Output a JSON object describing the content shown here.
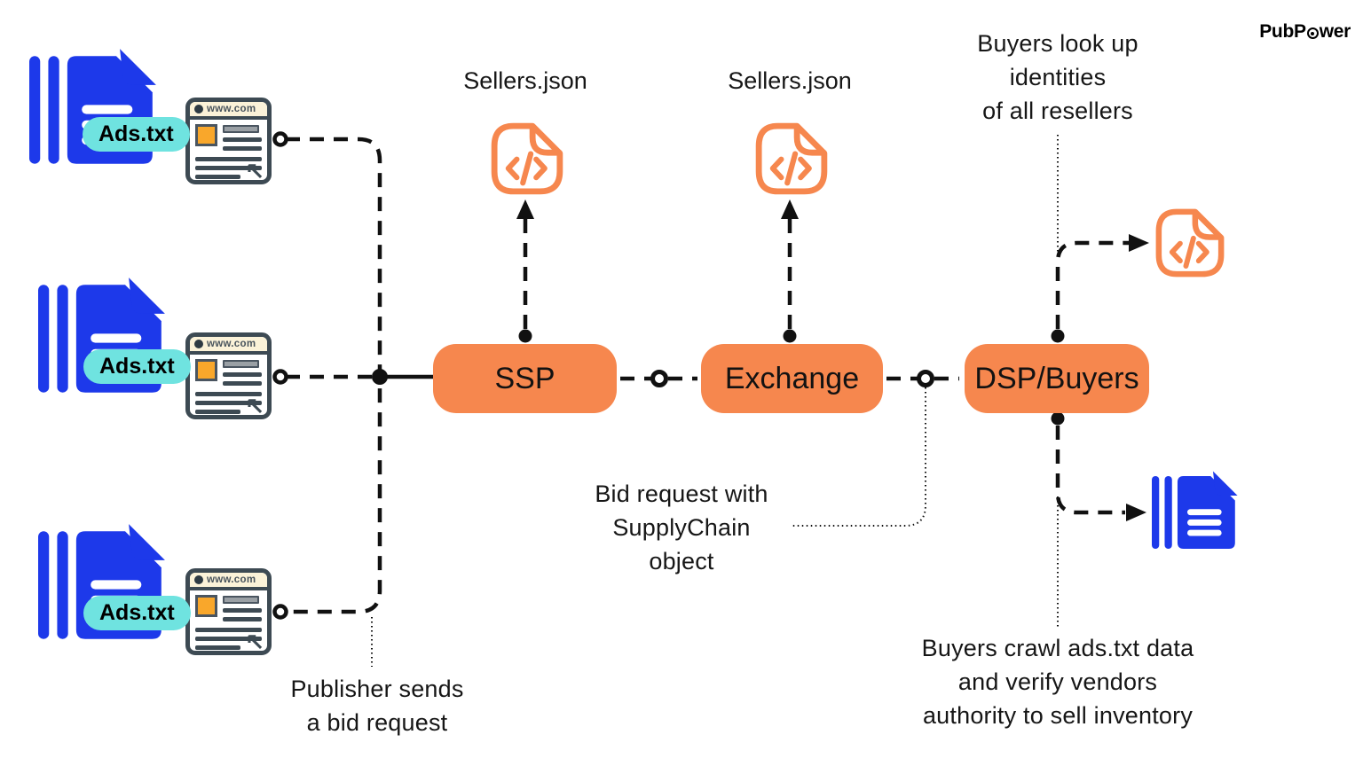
{
  "logo": {
    "part1": "PubP",
    "part2": "wer",
    "full_name": "PubPower"
  },
  "publisher": {
    "ads_txt_label": "Ads.txt",
    "site_label": "www.com"
  },
  "nodes": {
    "ssp": "SSP",
    "exchange": "Exchange",
    "dsp": "DSP/Buyers"
  },
  "files": {
    "ssp_sellers_json": "Sellers.json",
    "exchange_sellers_json": "Sellers.json"
  },
  "annotations": {
    "buyers_lookup": "Buyers look up\nidentities\nof all resellers",
    "bid_request": "Bid request with\nSupplyChain\nobject",
    "publisher_sends": "Publisher sends\na bid request",
    "buyers_crawl": "Buyers crawl ads.txt data\nand verify vendors\nauthority to sell inventory"
  },
  "icons": {
    "browser_cursor_arrow": "↖"
  },
  "colors": {
    "accent_orange": "#F6874E",
    "document_blue": "#1D39EA",
    "ads_pill_cyan": "#6FE3E0",
    "browser_outline_dark": "#3D4A53",
    "address_bar_cream": "#FBF2D8",
    "browser_thumbnail_orange": "#F9A72B",
    "connector_black": "#111111"
  }
}
